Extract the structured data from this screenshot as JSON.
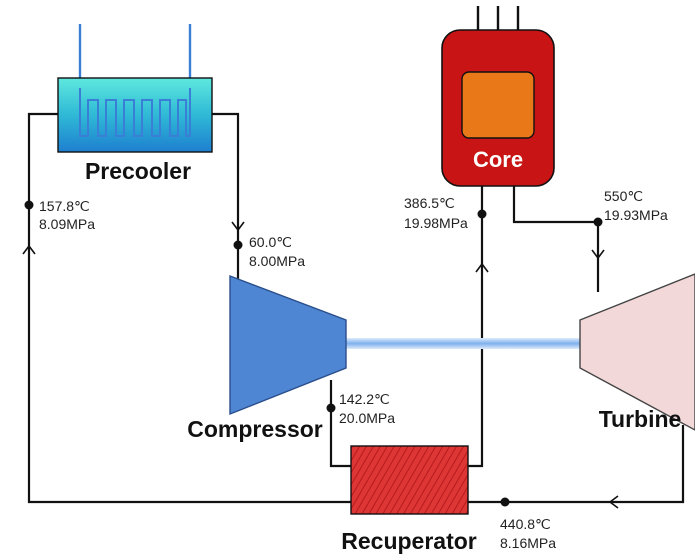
{
  "components": {
    "precooler": "Precooler",
    "compressor": "Compressor",
    "turbine": "Turbine",
    "core": "Core",
    "recuperator": "Recuperator"
  },
  "states": {
    "precooler_inlet": {
      "temperature": "157.8℃",
      "pressure": "8.09MPa"
    },
    "compressor_inlet": {
      "temperature": "60.0℃",
      "pressure": "8.00MPa"
    },
    "compressor_outlet": {
      "temperature": "142.2℃",
      "pressure": "20.0MPa"
    },
    "core_inlet": {
      "temperature": "386.5℃",
      "pressure": "19.98MPa"
    },
    "turbine_inlet": {
      "temperature": "550℃",
      "pressure": "19.93MPa"
    },
    "turbine_outlet": {
      "temperature": "440.8℃",
      "pressure": "8.16MPa"
    }
  },
  "colors": {
    "core_outer": "#c81414",
    "core_inner": "#e87818",
    "compressor": "#4f86d4",
    "turbine": "#f2d8d8",
    "recuperator": "#d93030",
    "precooler": "#35c8cf",
    "coolant_pipe": "#3a7fd6",
    "shaft": "#9fc4f2"
  }
}
